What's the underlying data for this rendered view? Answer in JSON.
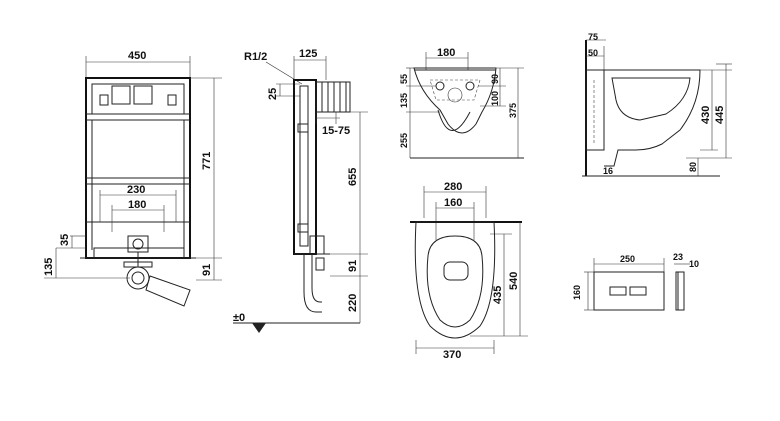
{
  "frame_front": {
    "width": "450",
    "height": "771",
    "depth": "91",
    "spacing_outer": "230",
    "spacing_inner": "180",
    "rail_height": "35",
    "bottom_offset": "135",
    "floor_level": "±0"
  },
  "frame_side": {
    "thread": "R1/2",
    "width": "125",
    "pipe": "25",
    "adjust": "15-75",
    "height": "655",
    "drain": "91",
    "floor_drain": "220"
  },
  "bowl_front": {
    "width": "180",
    "top_a": "55",
    "top_b": "135",
    "top_c": "90",
    "mid": "100",
    "total": "375",
    "lower": "255"
  },
  "bowl_side": {
    "back_a": "75",
    "back_b": "50",
    "height_a": "430",
    "height_b": "445",
    "bottom": "80",
    "base": "16"
  },
  "bowl_top": {
    "width_outer": "280",
    "width_inner": "160",
    "length_a": "435",
    "length_b": "540",
    "base_width": "370"
  },
  "plate": {
    "width": "250",
    "height": "160",
    "depth_a": "23",
    "depth_b": "10"
  }
}
